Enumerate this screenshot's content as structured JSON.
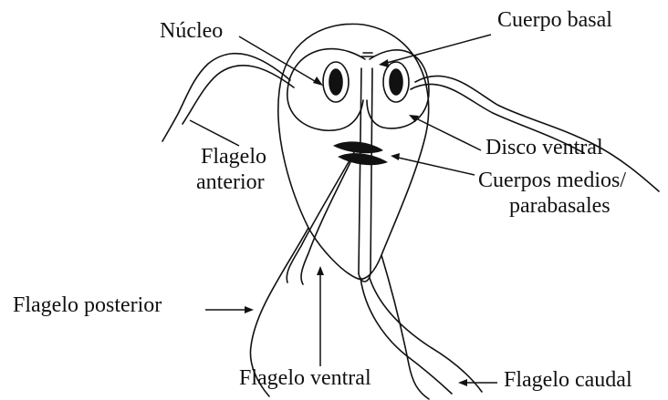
{
  "labels": {
    "nucleo": "Núcleo",
    "cuerpo_basal": "Cuerpo basal",
    "flagelo_anterior_1": "Flagelo",
    "flagelo_anterior_2": "anterior",
    "disco_ventral": "Disco ventral",
    "cuerpos_medios_1": "Cuerpos medios/",
    "cuerpos_medios_2": "parabasales",
    "flagelo_posterior": "Flagelo posterior",
    "flagelo_ventral": "Flagelo ventral",
    "flagelo_caudal": "Flagelo caudal"
  },
  "colors": {
    "ink": "#111111",
    "background": "#ffffff"
  }
}
